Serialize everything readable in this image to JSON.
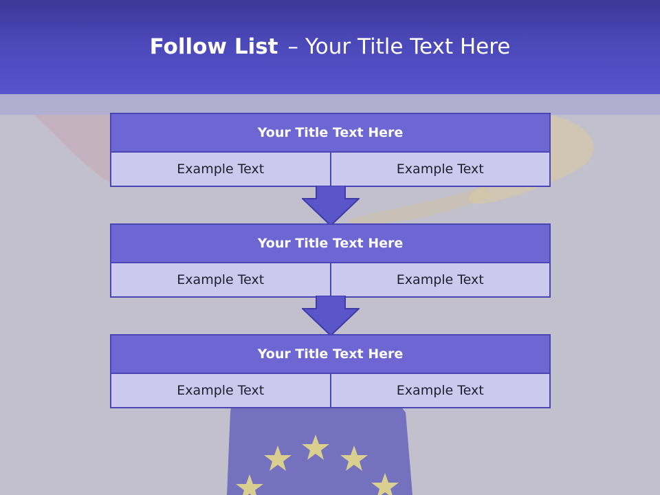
{
  "slide": {
    "title_bold": "Follow List",
    "title_separator": "–",
    "title_rest": "Your Title Text Here"
  },
  "blocks": [
    {
      "title": "Your Title Text Here",
      "cells": [
        "Example Text",
        "Example Text"
      ]
    },
    {
      "title": "Your Title Text Here",
      "cells": [
        "Example Text",
        "Example Text"
      ]
    },
    {
      "title": "Your Title Text Here",
      "cells": [
        "Example Text",
        "Example Text"
      ]
    }
  ],
  "colors": {
    "header": "#4b48b9",
    "block_title_bg": "#6d66d3",
    "block_row_bg": "#cbc9ee",
    "border": "#4a47b5",
    "arrow": "#5a55c8"
  },
  "icons": [
    "down-arrow-icon",
    "eu-star-icon"
  ]
}
